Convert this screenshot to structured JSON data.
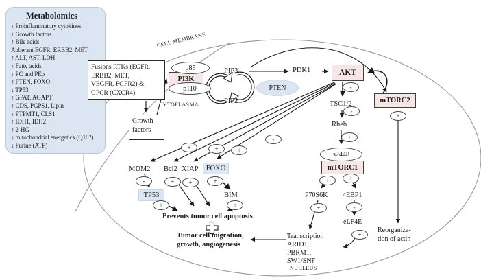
{
  "panel": {
    "title": "Metabolomics",
    "items": [
      "↑ Proinflammatory cytokines",
      "↑ Growth factors",
      "↑ Bile acids",
      "Abberant EGFR, ERBB2, MET",
      "↑ ALT, AST, LDH",
      "↑ Fatty acids",
      "↑ PC and PEp",
      "↑ PTEN, FOXO",
      "↓ TP53",
      "↑ GPAT, AGAPT",
      "↑ CDS, PGPS1, Lipin",
      "↑ PTPMT1, CLS1",
      "↑ IDH1, IDH2",
      "↑ 2-HG",
      "↓ mitochondrial energetics (Q10?)",
      "↓ Purine (ATP)"
    ]
  },
  "regions": {
    "cell_membrane": "CELL MEMBRANE",
    "cytoplasm": "CYTOPLASMA",
    "nucleus": "NUCLEUS"
  },
  "nodes": {
    "fusions": "Fusions RTKs (EGFR,\nERBB2, MET,\nVEGFR, FGFR2) &\nGPCR (CXCR4)",
    "growth_factors": "Growth\nfactors",
    "pi3k": "PI3K",
    "p85": "p85",
    "p110": "p110",
    "pip3": "PIP3",
    "pip2": "PIP2",
    "pten": "PTEN",
    "pdk1": "PDK1",
    "akt": "AKT",
    "mtorc2": "mTORC2",
    "tsc12": "TSC1/2",
    "rheb": "Rheb",
    "s2448": "s2448",
    "mtorc1": "mTORC1",
    "p70s6k": "P70S6K",
    "ebp1": "4EBP1",
    "elf4e": "eLF4E",
    "mdm2": "MDM2",
    "bcl2": "Bcl2",
    "xiap": "XIAP",
    "foxo": "FOXO",
    "tp53": "TP53",
    "bim": "BIM",
    "prevents_apoptosis": "Prevents tumor cell apoptosis",
    "tumor_migration": "Tumor cell migration,\ngrowth, angiogenesis",
    "transcription": "Transcription\nARID1,\nPBRM1,\nSW1/SNF",
    "reorganization": "Reorganiza-\ntion of actin"
  },
  "signs": [
    {
      "target": "fan-to-mdm2",
      "label": "+"
    },
    {
      "target": "fan-to-bcl2",
      "label": "+"
    },
    {
      "target": "fan-to-xiap",
      "label": "+"
    },
    {
      "target": "fan-to-foxo",
      "label": "-"
    },
    {
      "target": "akt-to-tsc12",
      "label": "-"
    },
    {
      "target": "tsc12-to-rheb",
      "label": "-"
    },
    {
      "target": "rheb-to-mtorc1",
      "label": "+"
    },
    {
      "target": "mtorc1-to-p70s6k",
      "label": "+"
    },
    {
      "target": "mtorc1-to-4ebp1",
      "label": "+"
    },
    {
      "target": "p70s6k-to-transcription",
      "label": "+"
    },
    {
      "target": "4ebp1-to-elf4e",
      "label": "-"
    },
    {
      "target": "elf4e-out",
      "label": "+"
    },
    {
      "target": "mtorc2-to-actin",
      "label": "+"
    },
    {
      "target": "mdm2-to-tp53",
      "label": "-"
    },
    {
      "target": "bcl2-out",
      "label": "+"
    },
    {
      "target": "xiap-out",
      "label": "+"
    },
    {
      "target": "foxo-to-bim",
      "label": "+"
    },
    {
      "target": "tp53-out",
      "label": "+"
    },
    {
      "target": "bim-out",
      "label": "+"
    }
  ],
  "colors": {
    "node_pink": "#f6e7e6",
    "highlight_blue": "#dce6f2",
    "membrane_gray": "#999999",
    "line_black": "#1a1a1a"
  }
}
